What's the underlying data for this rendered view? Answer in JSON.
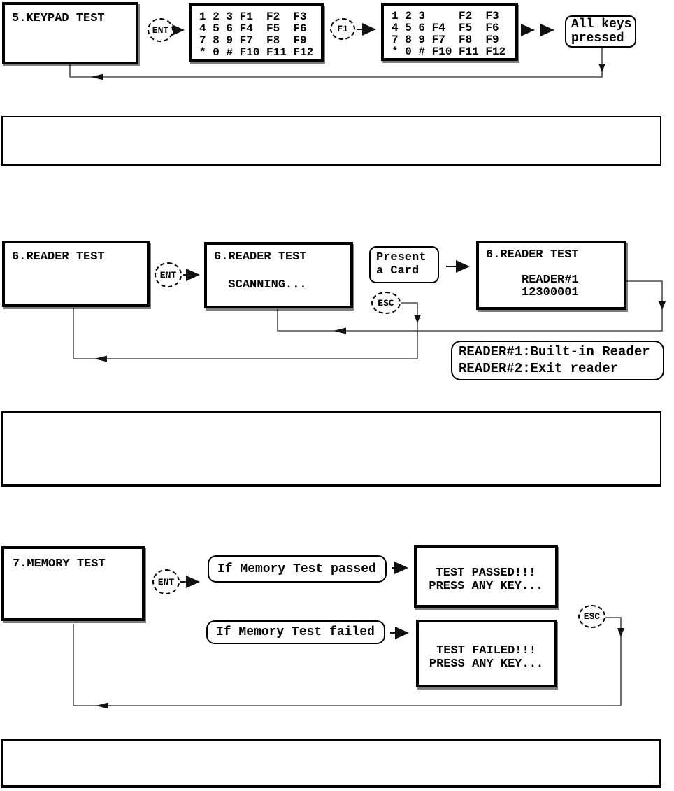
{
  "keypad_test": {
    "menu_screen": {
      "title": "5.KEYPAD TEST"
    },
    "ent_badge": "ENT",
    "f1_badge": "F1",
    "screen_all_keys": {
      "rows": [
        "1 2 3 F1  F2  F3",
        "4 5 6 F4  F5  F6",
        "7 8 9 F7  F8  F9",
        "* 0 # F10 F11 F12"
      ]
    },
    "screen_f1_pressed": {
      "rows": [
        "1 2 3     F2  F3",
        "4 5 6 F4  F5  F6",
        "7 8 9 F7  F8  F9",
        "* 0 # F10 F11 F12"
      ]
    },
    "result_note": {
      "rows": [
        "All keys",
        "pressed"
      ]
    }
  },
  "reader_test": {
    "menu_screen": {
      "title": "6.READER TEST"
    },
    "ent_badge": "ENT",
    "esc_badge": "ESC",
    "scanning_screen": {
      "rows": [
        "6.READER TEST",
        " ",
        "  SCANNING..."
      ]
    },
    "present_card_note": {
      "rows": [
        "Present",
        "a Card"
      ]
    },
    "result_screen": {
      "rows": [
        "6.READER TEST",
        " ",
        "     READER#1",
        "     12300001"
      ]
    },
    "reader_legend": {
      "rows": [
        "READER#1:Built-in Reader",
        "READER#2:Exit reader"
      ]
    }
  },
  "memory_test": {
    "menu_screen": {
      "title": "7.MEMORY TEST"
    },
    "ent_badge": "ENT",
    "esc_badge": "ESC",
    "passed_condition": "If Memory Test passed",
    "passed_screen": {
      "rows": [
        "TEST PASSED!!!",
        "PRESS ANY KEY..."
      ]
    },
    "failed_condition": "If Memory Test failed",
    "failed_screen": {
      "rows": [
        "TEST FAILED!!!",
        "PRESS ANY KEY..."
      ]
    }
  },
  "colors": {
    "line": "#4d4d4d",
    "arrowhead": "#111111",
    "border": "#000000"
  }
}
